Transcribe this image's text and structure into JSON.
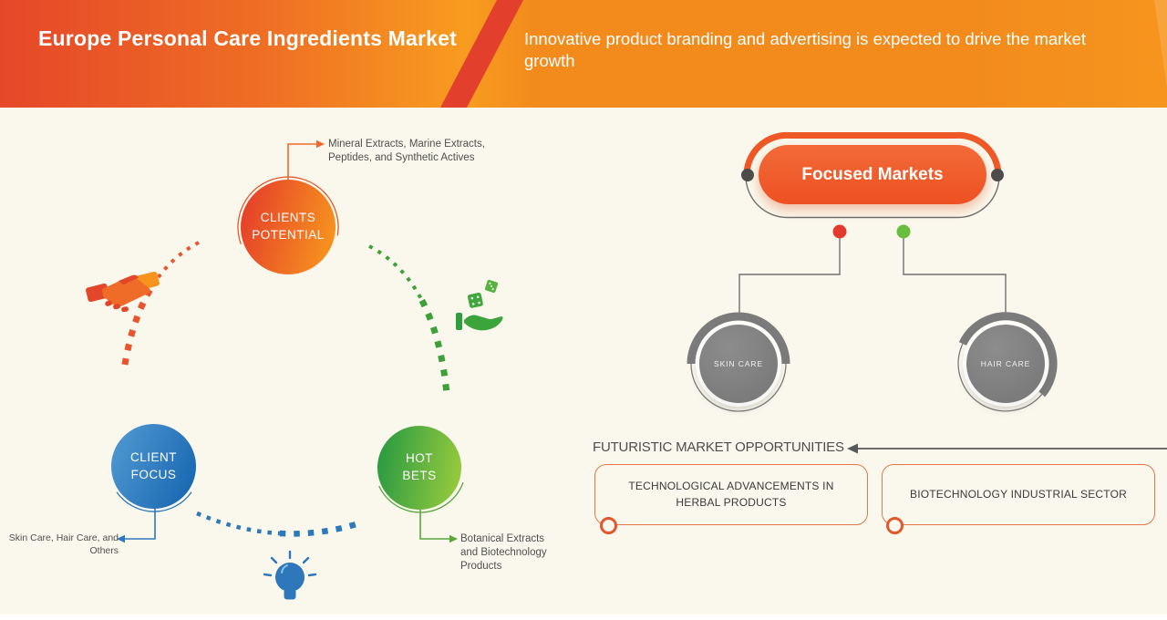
{
  "header": {
    "title": "Europe Personal Care Ingredients Market",
    "subtitle": "Innovative product branding and advertising is expected to drive the market growth"
  },
  "cycle": {
    "nodes": [
      {
        "id": "clients-potential",
        "label": "CLIENTS POTENTIAL",
        "annotation": "Mineral Extracts, Marine Extracts, Peptides, and Synthetic Actives",
        "color_start": "#e6422a",
        "color_end": "#f7941e"
      },
      {
        "id": "client-focus",
        "label": "CLIENT FOCUS",
        "annotation": "Skin Care, Hair Care, and Others",
        "color_start": "#4e97d0",
        "color_end": "#1b69b3"
      },
      {
        "id": "hot-bets",
        "label": "HOT BETS",
        "annotation": "Botanical Extracts and Biotechnology Products",
        "color_start": "#2d9c42",
        "color_end": "#94c93d"
      }
    ],
    "icons": [
      "handshake-icon",
      "dice-in-hand-icon",
      "lightbulb-icon"
    ]
  },
  "focused": {
    "title": "Focused Markets",
    "markets": [
      {
        "label": "SKIN CARE",
        "connector_dot_color": "#e23b2d"
      },
      {
        "label": "HAIR CARE",
        "connector_dot_color": "#6abe3e"
      }
    ]
  },
  "opportunities": {
    "heading": "FUTURISTIC MARKET OPPORTUNITIES",
    "items": [
      "TECHNOLOGICAL ADVANCEMENTS IN HERBAL PRODUCTS",
      "BIOTECHNOLOGY INDUSTRIAL SECTOR"
    ]
  },
  "colors": {
    "header_red": "#e64729",
    "header_orange": "#f28a1c",
    "accent_orange": "#ee5726",
    "dot_red": "#e23b2d",
    "dot_green": "#6abe3e",
    "blue": "#2d78bb",
    "green": "#58a83c",
    "gray_circle": "#828282",
    "background": "#faf8ec"
  }
}
